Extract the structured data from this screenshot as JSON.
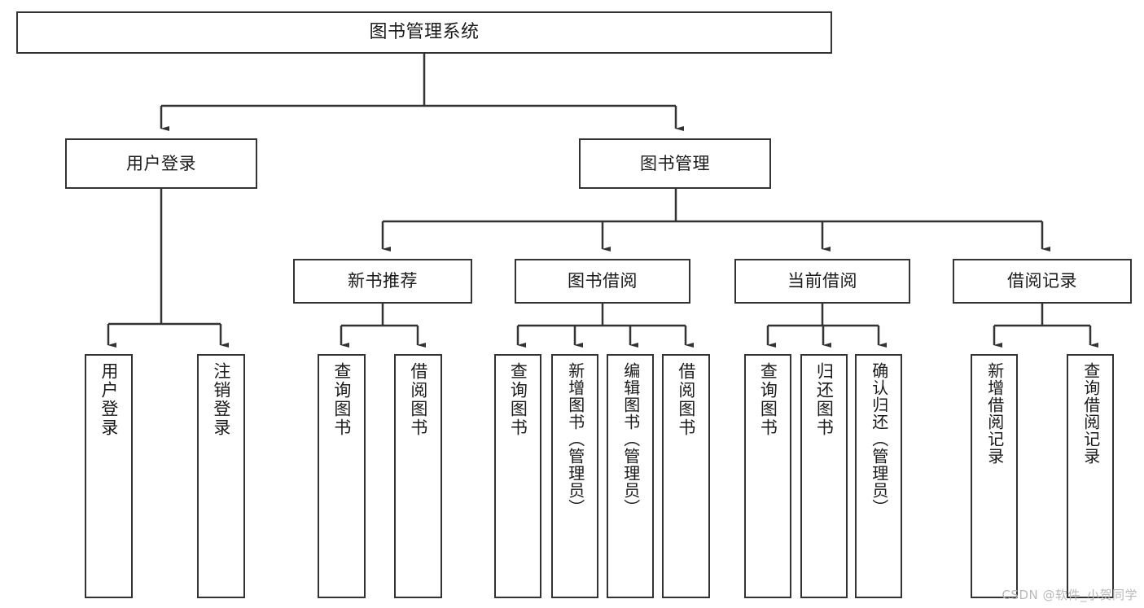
{
  "diagram": {
    "type": "tree-hierarchy",
    "title": "图书管理系统",
    "watermark": "CSDN @软件_小贺同学",
    "colors": {
      "box_border": "#333333",
      "box_fill": "#ffffff",
      "connector": "#333333",
      "text": "#1a1a1a",
      "watermark": "#b9b9b9"
    },
    "nodes": {
      "root": {
        "label": "图书管理系统"
      },
      "level2": [
        {
          "label": "用户登录"
        },
        {
          "label": "图书管理"
        }
      ],
      "level3": [
        {
          "label": "新书推荐"
        },
        {
          "label": "图书借阅"
        },
        {
          "label": "当前借阅"
        },
        {
          "label": "借阅记录"
        }
      ],
      "leaves": [
        {
          "label": "用户登录",
          "parent": "用户登录"
        },
        {
          "label": "注销登录",
          "parent": "用户登录"
        },
        {
          "label": "查询图书",
          "parent": "新书推荐"
        },
        {
          "label": "借阅图书",
          "parent": "新书推荐"
        },
        {
          "label": "查询图书",
          "parent": "图书借阅"
        },
        {
          "label": "新增图书（管理员）",
          "parent": "图书借阅"
        },
        {
          "label": "编辑图书（管理员）",
          "parent": "图书借阅"
        },
        {
          "label": "借阅图书",
          "parent": "图书借阅"
        },
        {
          "label": "查询图书",
          "parent": "当前借阅"
        },
        {
          "label": "归还图书",
          "parent": "当前借阅"
        },
        {
          "label": "确认归还（管理员）",
          "parent": "当前借阅"
        },
        {
          "label": "新增借阅记录",
          "parent": "借阅记录"
        },
        {
          "label": "查询借阅记录",
          "parent": "借阅记录"
        }
      ]
    }
  }
}
